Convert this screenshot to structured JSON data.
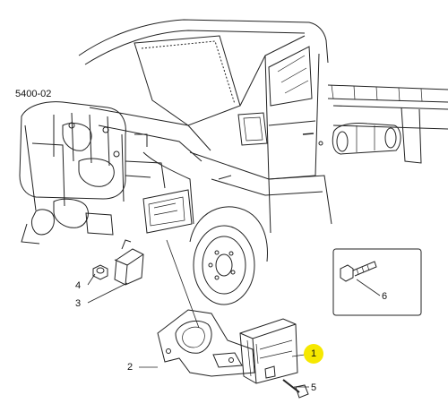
{
  "diagram": {
    "code": "5400-02",
    "callouts": [
      {
        "id": "1",
        "label": "1",
        "highlighted": true
      },
      {
        "id": "2",
        "label": "2"
      },
      {
        "id": "3",
        "label": "3"
      },
      {
        "id": "4",
        "label": "4"
      },
      {
        "id": "5",
        "label": "5"
      },
      {
        "id": "6",
        "label": "6"
      }
    ],
    "highlight_color": "#f6e800"
  }
}
